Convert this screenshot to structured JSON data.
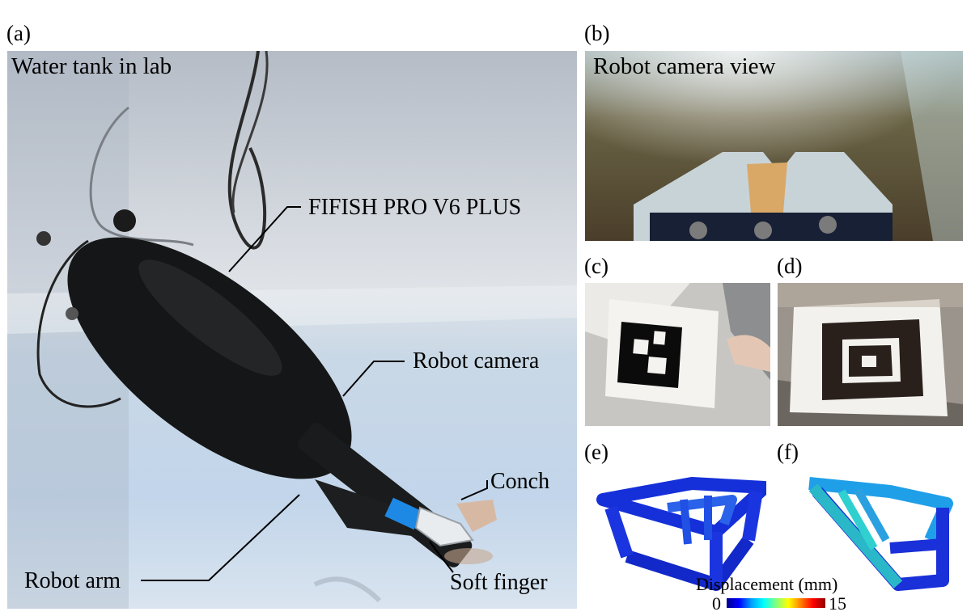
{
  "panels": {
    "a": {
      "label": "(a)",
      "caption": "Water tank in lab"
    },
    "b": {
      "label": "(b)",
      "caption": "Robot camera view"
    },
    "c": {
      "label": "(c)"
    },
    "d": {
      "label": "(d)"
    },
    "e": {
      "label": "(e)"
    },
    "f": {
      "label": "(f)"
    }
  },
  "annotations": {
    "fifish": "FIFISH PRO V6 PLUS",
    "robot_camera": "Robot camera",
    "conch": "Conch",
    "robot_arm": "Robot arm",
    "soft_finger": "Soft finger"
  },
  "colorbar": {
    "title": "Displacement (mm)",
    "min": "0",
    "max": "15",
    "colors": [
      "#00008f",
      "#0000ff",
      "#00a0ff",
      "#00ffff",
      "#80ff80",
      "#ffff00",
      "#ff8000",
      "#ff0000",
      "#8f0000"
    ]
  }
}
